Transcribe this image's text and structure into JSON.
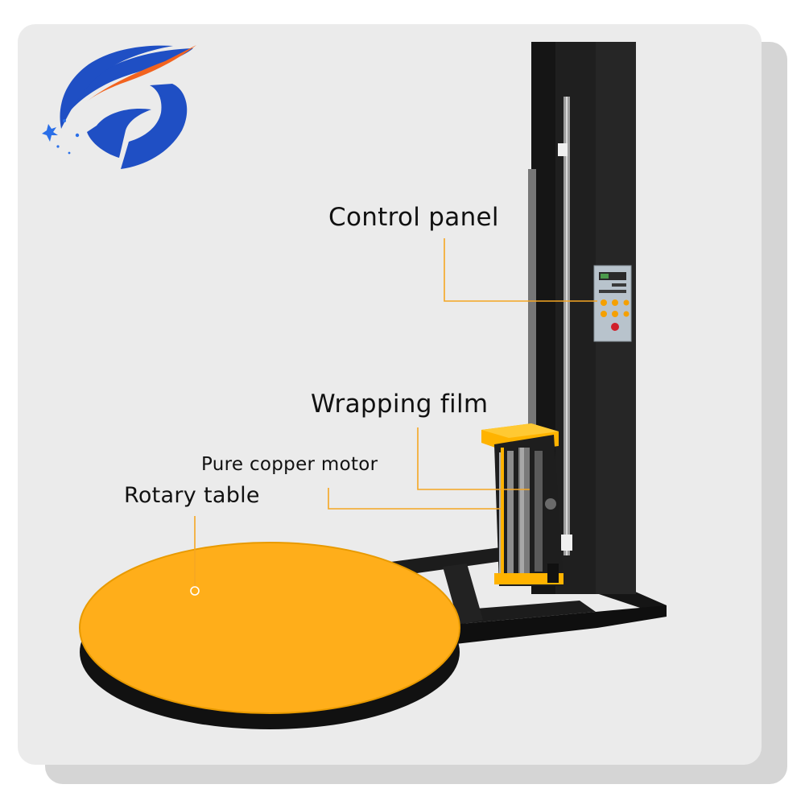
{
  "logo": {
    "name": "company-logo",
    "colors": {
      "blue": "#1f4fc4",
      "orange": "#f2631f",
      "spark": "#2a6fe8"
    }
  },
  "callouts": {
    "control_panel": "Control panel",
    "wrapping_film": "Wrapping film",
    "motor": "Pure copper motor",
    "rotary_table": "Rotary table"
  },
  "colors": {
    "callout_line": "#f5a623",
    "turntable": "#ffae1a",
    "machine": "#1a1a1a",
    "card_background": "#ebebeb"
  }
}
